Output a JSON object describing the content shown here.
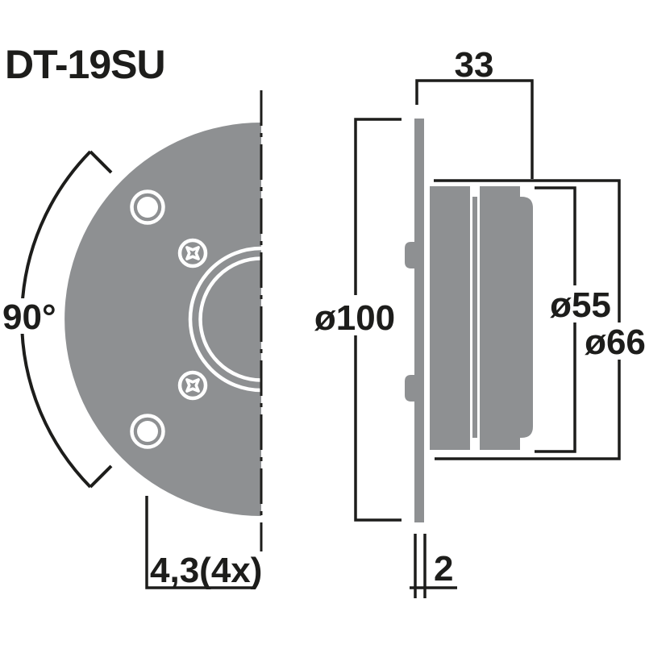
{
  "title": "DT-19SU",
  "colors": {
    "part_fill": "#8e9092",
    "line": "#1d1d1b",
    "detail": "#ffffff",
    "background": "#ffffff"
  },
  "front_view": {
    "dispersion_angle_label": "90°",
    "mounting_holes_label": "4,3(4x)"
  },
  "side_view": {
    "depth_label": "33",
    "faceplate_diameter_label": "ø100",
    "rear_plate_diameter_label": "ø55",
    "magnet_diameter_label": "ø66",
    "faceplate_thickness_label": "2"
  }
}
